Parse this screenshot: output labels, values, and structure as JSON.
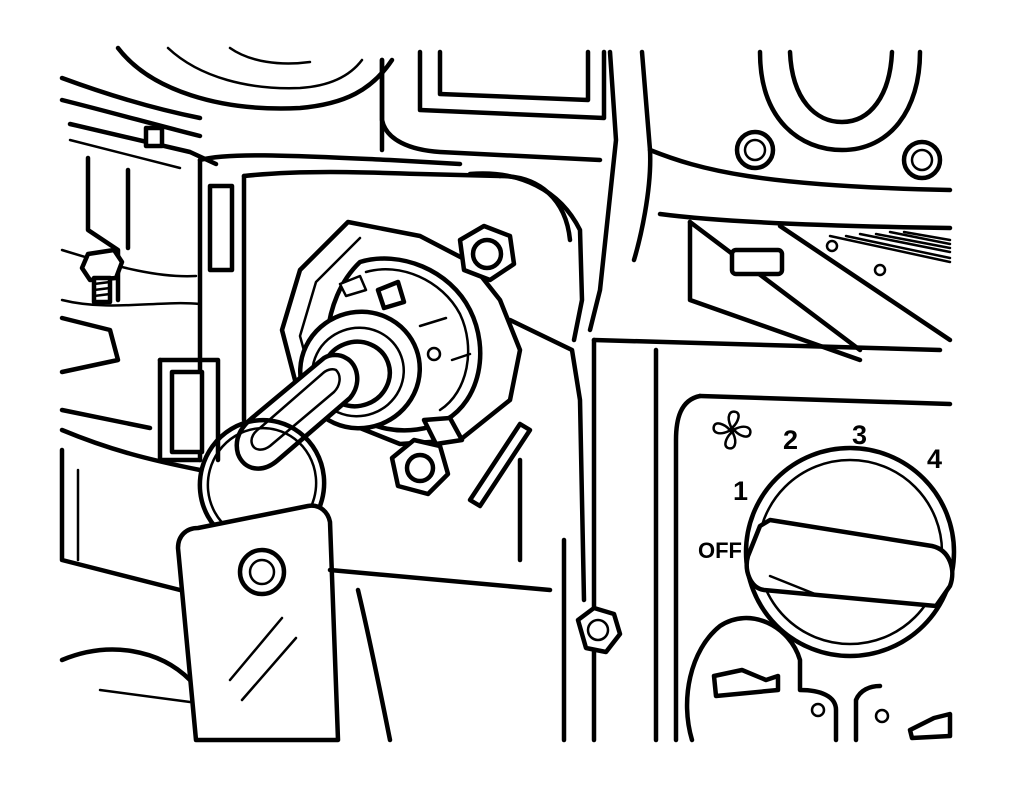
{
  "figure": {
    "style": "black line-art service illustration",
    "colors": {
      "line": "#000000",
      "background": "#ffffff"
    }
  },
  "blower_switch": {
    "icon": "fan-icon",
    "positions": [
      "OFF",
      "1",
      "2",
      "3",
      "4"
    ]
  }
}
